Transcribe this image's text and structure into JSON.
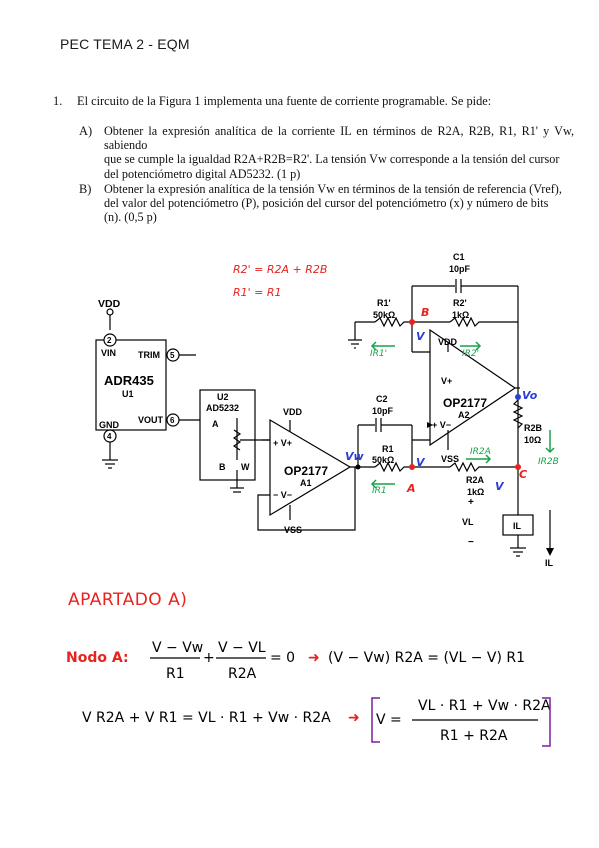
{
  "header": {
    "title": "PEC TEMA 2 - EQM"
  },
  "question": {
    "number": "1.",
    "text": "El circuito de la Figura 1 implementa una fuente de corriente programable. Se pide:",
    "items": [
      {
        "label": "A)",
        "lines": [
          "Obtener la expresión analítica de la corriente IL en términos de R2A, R2B, R1, R1' y Vw, sabiendo",
          "que se cumple la igualdad R2A+R2B=R2'. La tensión Vw corresponde a la tensión del cursor",
          "del potenciómetro digital AD5232. (1 p)"
        ]
      },
      {
        "label": "B)",
        "lines": [
          "Obtener la expresión analítica de la tensión Vw en términos de la tensión de referencia (Vref),",
          "del valor del potenciómetro (P), posición del cursor del potenciómetro (x) y número de bits",
          "(n). (0,5 p)"
        ]
      }
    ]
  },
  "circuit": {
    "c1": {
      "name": "C1",
      "value": "10pF"
    },
    "c2": {
      "name": "C2",
      "value": "10pF"
    },
    "r1p": {
      "name": "R1'",
      "value": "50kΩ"
    },
    "r2p": {
      "name": "R2'",
      "value": "1kΩ"
    },
    "r1": {
      "name": "R1",
      "value": "50kΩ"
    },
    "r2a": {
      "name": "R2A",
      "value": "1kΩ"
    },
    "r2b": {
      "name": "R2B",
      "value": "10Ω"
    },
    "vdd": "VDD",
    "vss": "VSS",
    "adr": {
      "name": "ADR435",
      "ref": "U1",
      "pin_vin": "VIN",
      "pin_trim": "TRIM",
      "pin_vout": "VOUT",
      "pin_gnd": "GND",
      "pin2": "2",
      "pin5": "5",
      "pin6": "6",
      "pin4": "4"
    },
    "pot": {
      "ref": "U2",
      "name": "AD5232",
      "pin_a": "A",
      "pin_b": "B",
      "pin_w": "W"
    },
    "opamp1": {
      "name": "OP2177",
      "ref": "A1",
      "plus": "+ V+",
      "minus": "− V−"
    },
    "opamp2": {
      "name": "OP2177",
      "ref": "A2",
      "plus": "V+",
      "minus": "+ V−"
    },
    "load": {
      "label": "VL",
      "box": "IL",
      "current": "IL",
      "plus": "+",
      "minus": "−"
    }
  },
  "handwriting": {
    "eq1": "R2' = R2A + R2B",
    "eq2": "R1' = R1",
    "nodeA": "A",
    "nodeB": "B",
    "nodeC": "C",
    "v": "V",
    "vw": "Vw",
    "vo": "Vo",
    "vl": "VL",
    "i_r1p": "IR1'",
    "i_r2p": "IR2'",
    "i_r2a": "IR2A",
    "i_r1": "IR1",
    "i_r2b": "IR2B",
    "vdot": "V",
    "vl_dot": "V",
    "section": "APARTADO A)",
    "node_label": "Nodo A:",
    "frac1_num": "V − Vw",
    "frac1_den": "R1",
    "frac2_num": "V − VL",
    "frac2_den": "R2A",
    "eq_zero": "= 0",
    "res1": "(V − Vw) R2A = (VL − V) R1",
    "line2_left": "V R2A + V R1 = VL · R1 + Vw · R2A",
    "final_lhs": "V =",
    "final_num": "VL · R1 + Vw · R2A",
    "final_den": "R1 + R2A"
  },
  "colors": {
    "red": "#e8231f",
    "green": "#17a24a",
    "blue": "#2a3fd6",
    "purple": "#7b1fa2"
  }
}
